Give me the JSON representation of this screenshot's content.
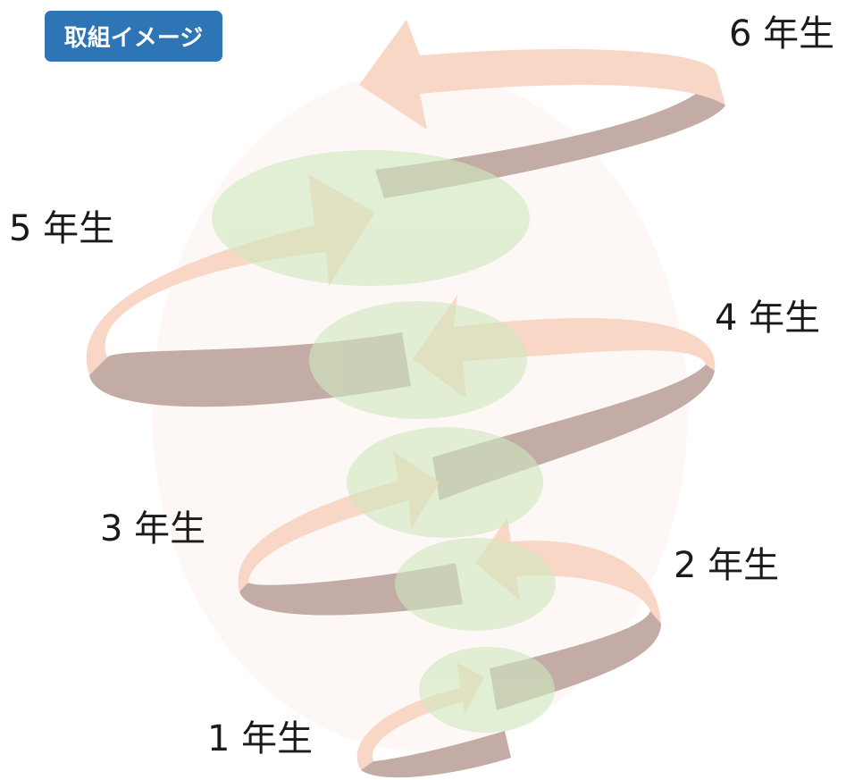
{
  "badge": {
    "label": "取組イメージ"
  },
  "grades": {
    "g1": "1 年生",
    "g2": "2 年生",
    "g3": "3 年生",
    "g4": "4 年生",
    "g5": "5 年生",
    "g6": "6 年生"
  },
  "colors": {
    "badge_bg": "#2e75b6",
    "ribbon_front": "#f9d7c6",
    "ribbon_back": "#c3aca6",
    "overlap_ellipse": "#cfe9bf"
  }
}
